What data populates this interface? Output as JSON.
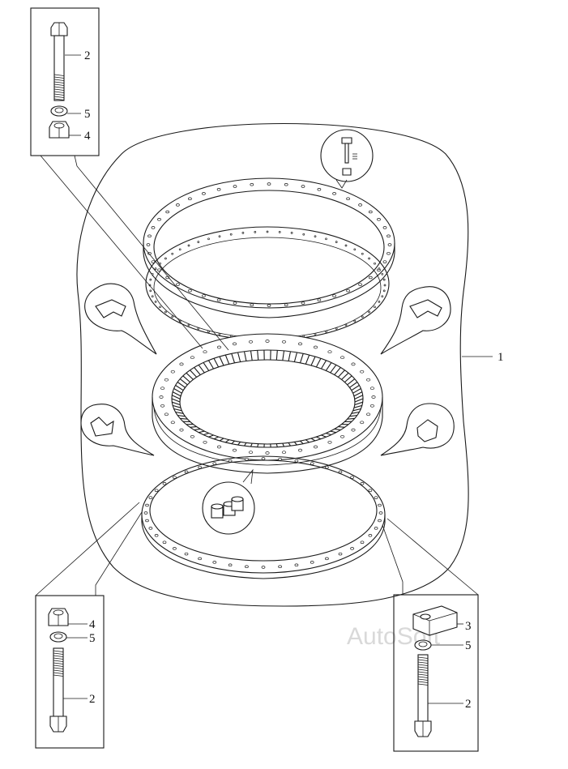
{
  "callouts": {
    "assembly": "1",
    "bolt": "2",
    "stopper_block": "3",
    "nut": "4",
    "washer": "5"
  },
  "watermark": "AutoSoft"
}
